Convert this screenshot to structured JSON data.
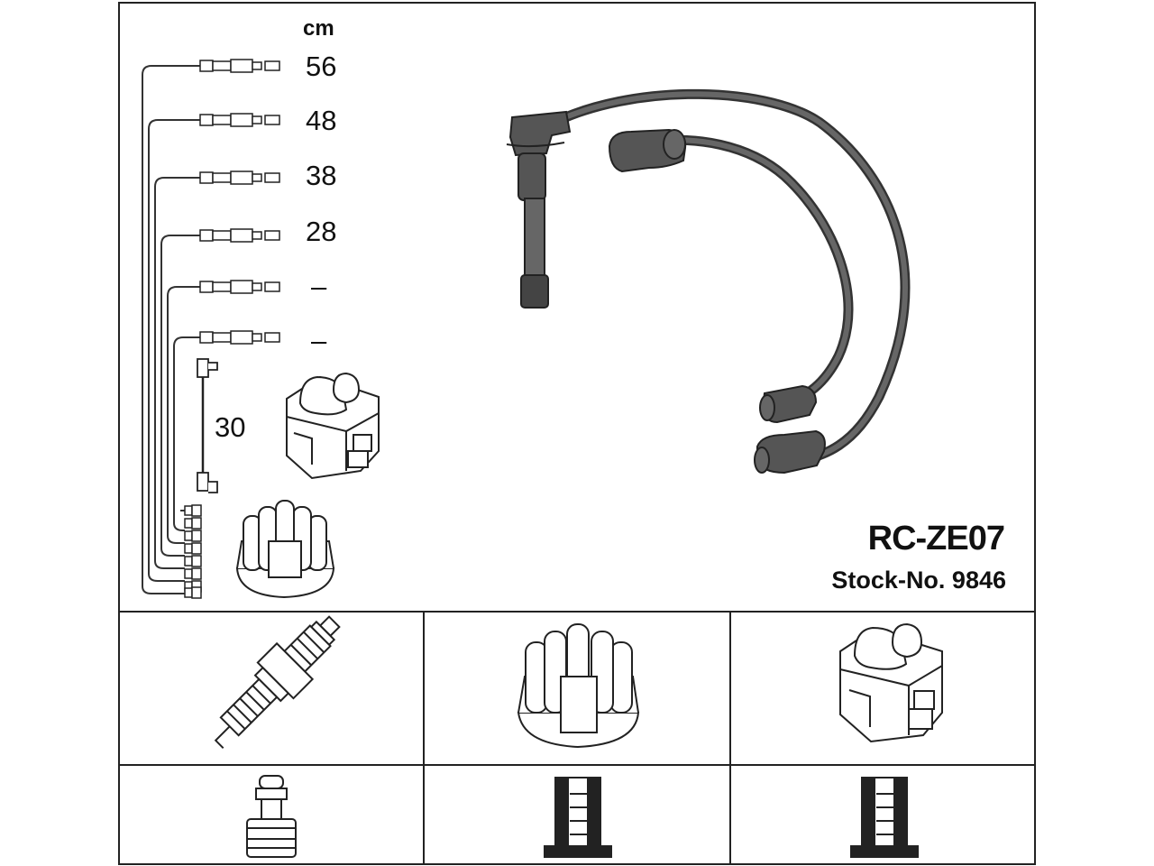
{
  "diagram": {
    "unit": "cm",
    "lengths": [
      "56",
      "48",
      "38",
      "28",
      "–",
      "–",
      "30"
    ],
    "product_code": "RC-ZE07",
    "stock_number": "Stock-No. 9846"
  },
  "colors": {
    "line": "#222222",
    "cable": "#555555",
    "background": "#ffffff"
  }
}
